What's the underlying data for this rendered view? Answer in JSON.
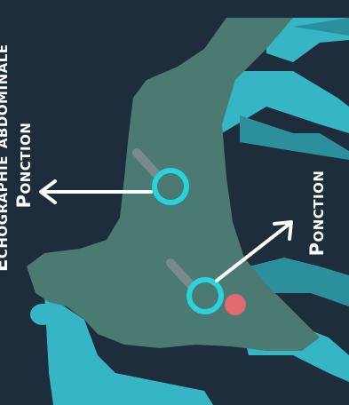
{
  "labels": {
    "left_line1": "Echographie abdominale",
    "left_line2": "Ponction",
    "right": "Ponction"
  },
  "colors": {
    "background": "#1e2d3b",
    "body": "#4a7a72",
    "limbs": "#36b6c4",
    "limbs_dark": "#2b8f9c",
    "probe_ring": "#28d3dc",
    "probe_handle": "#7a8a8c",
    "arrow": "#ffffff",
    "marker": "#e06a6e"
  }
}
